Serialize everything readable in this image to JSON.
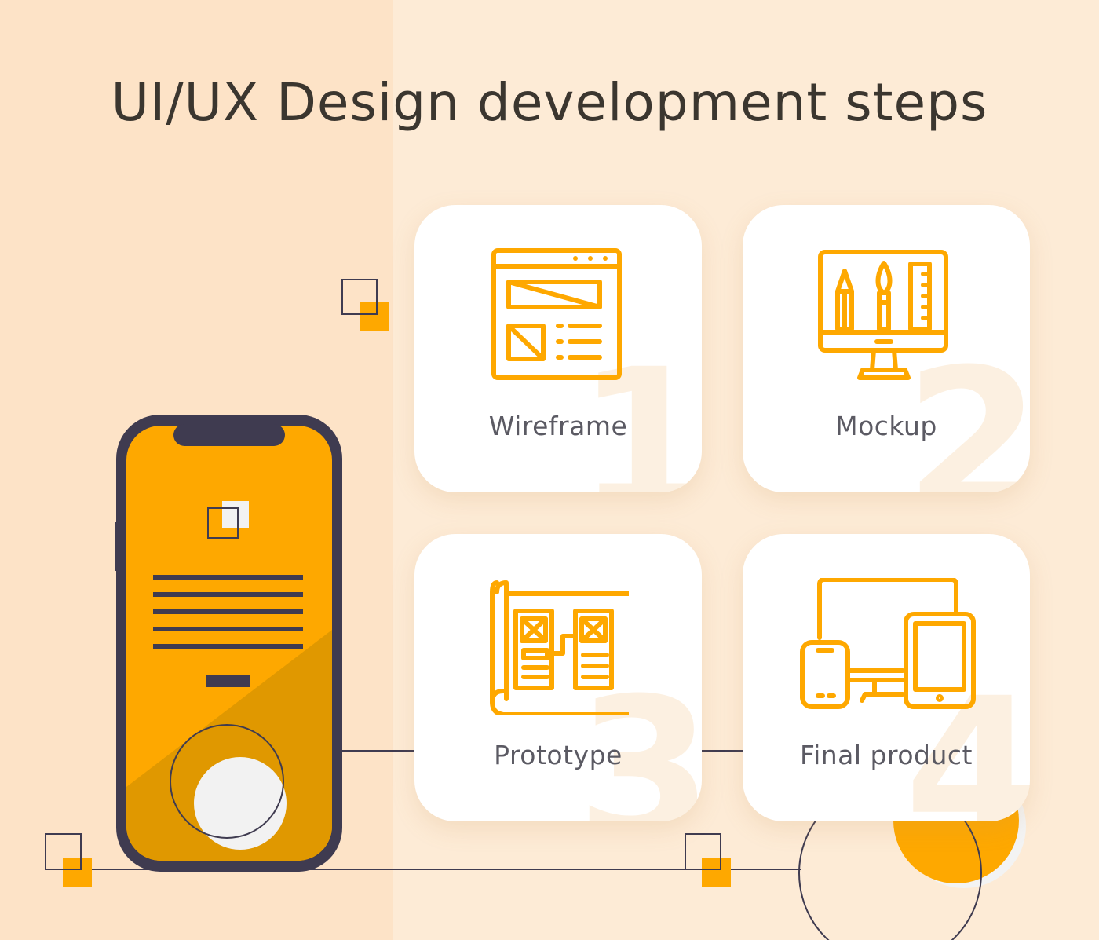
{
  "title": "UI/UX Design development steps",
  "colors": {
    "accent": "#fea800",
    "dark": "#3f3b50",
    "background": "#fdebd6",
    "card": "#ffffff"
  },
  "steps": [
    {
      "number": "1",
      "label": "Wireframe",
      "icon": "wireframe-icon"
    },
    {
      "number": "2",
      "label": "Mockup",
      "icon": "design-tools-monitor-icon"
    },
    {
      "number": "3",
      "label": "Prototype",
      "icon": "blueprint-screens-icon"
    },
    {
      "number": "4",
      "label": "Final product",
      "icon": "multi-device-icon"
    }
  ]
}
